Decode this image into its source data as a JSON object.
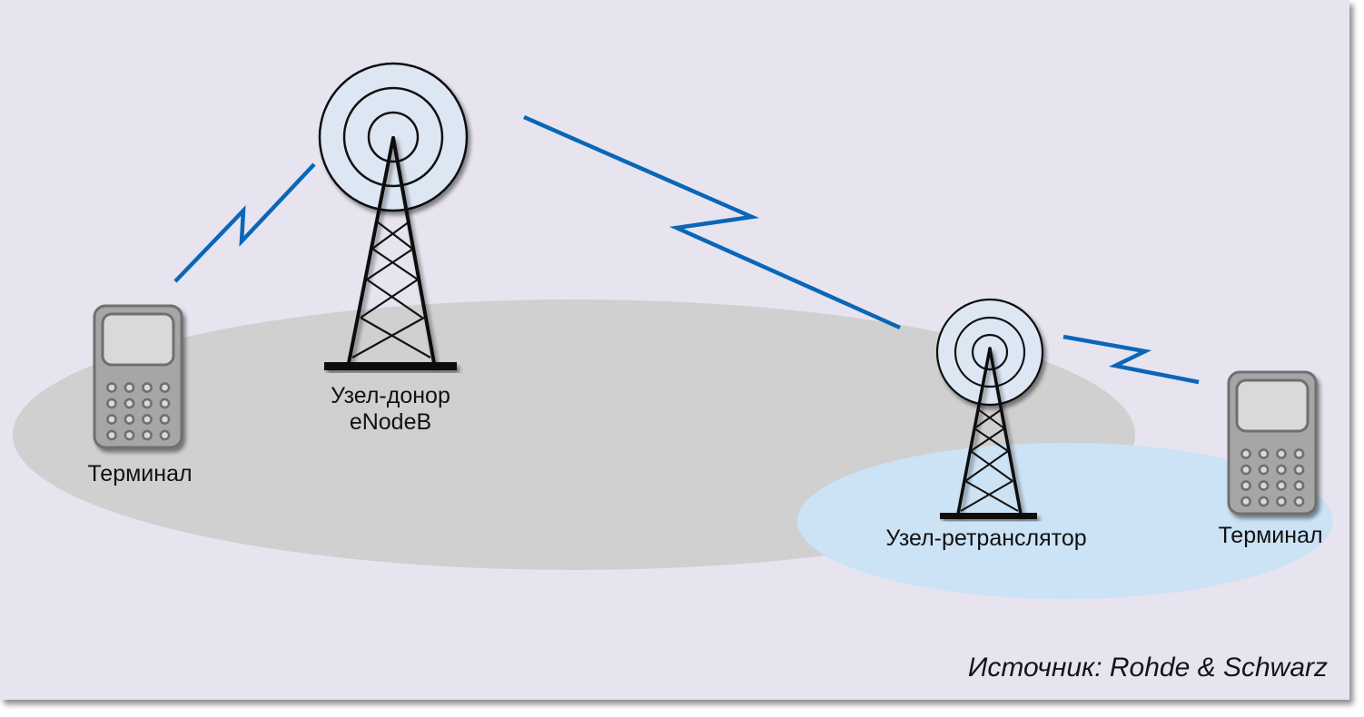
{
  "diagram": {
    "title": "LTE relay node topology",
    "colors": {
      "background": "#e7e4f0",
      "donor_coverage": "#d0d0d0",
      "relay_coverage": "#cce2f5",
      "radio_link": "#0a66b8",
      "antenna_fill": "#dde7f4",
      "tower_stroke": "#111111",
      "phone_body": "#a6a6a6",
      "phone_screen": "#d9d9d9",
      "phone_outline": "#6f6f6f"
    },
    "nodes": [
      {
        "id": "terminal-left",
        "type": "terminal",
        "icon": "mobile-phone-icon",
        "label": "Терминал"
      },
      {
        "id": "donor",
        "type": "base-station",
        "icon": "radio-tower-icon",
        "label_line1": "Узел-донор",
        "label_line2": "eNodeB"
      },
      {
        "id": "relay",
        "type": "relay-station",
        "icon": "radio-tower-icon",
        "label": "Узел-ретранслятор"
      },
      {
        "id": "terminal-right",
        "type": "terminal",
        "icon": "mobile-phone-icon",
        "label": "Терминал"
      }
    ],
    "links": [
      {
        "from": "terminal-left",
        "to": "donor",
        "icon": "lightning-link-icon"
      },
      {
        "from": "donor",
        "to": "relay",
        "icon": "lightning-link-icon"
      },
      {
        "from": "relay",
        "to": "terminal-right",
        "icon": "lightning-link-icon"
      }
    ],
    "coverage_areas": [
      {
        "node": "donor",
        "name": "donor-coverage"
      },
      {
        "node": "relay",
        "name": "relay-coverage"
      }
    ],
    "source": "Источник: Rohde & Schwarz"
  }
}
